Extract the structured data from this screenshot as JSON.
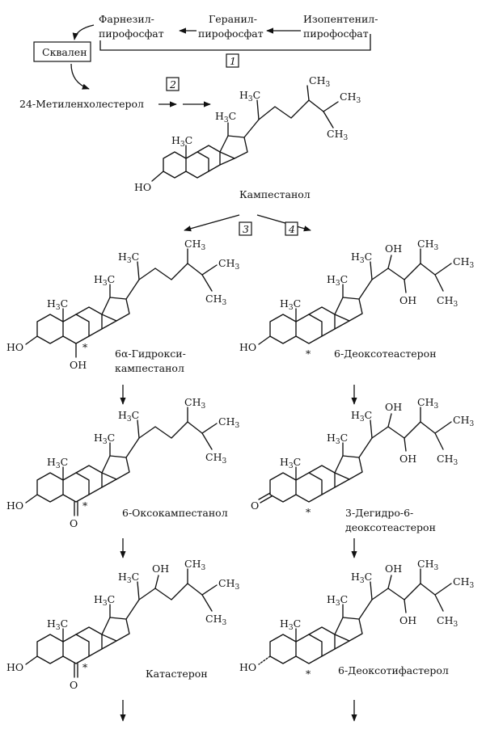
{
  "top_pathway": {
    "farnesyl": [
      "Фарнезил-",
      "пирофосфат"
    ],
    "geranyl": [
      "Геранил-",
      "пирофосфат"
    ],
    "isopentenyl": [
      "Изопентенил-",
      "пирофосфат"
    ],
    "squalene": "Сквален",
    "methylenecholesterol": "24-Метиленхолестерол"
  },
  "step_boxes": {
    "s1": "1",
    "s2": "2",
    "s3": "3",
    "s4": "4"
  },
  "compounds": {
    "campestanol": "Кампестанол",
    "hydroxycampestanol": [
      "6α-Гидрокси-",
      "кампестанол"
    ],
    "deoxoteasterone": "6-Деоксотеастерон",
    "oxocampestanol": "6-Оксокампестанол",
    "dehydrodeoxoteasterone": [
      "3-Дегидро-6-",
      "деоксотеастерон"
    ],
    "cathasterone": "Катастерон",
    "deoxotyphasterol": "6-Деоксотифастерол"
  },
  "atoms": {
    "h3c": "H",
    "ch3": "CH",
    "three": "3",
    "oh": "OH",
    "ho": "HO",
    "o": "O",
    "star": "*"
  }
}
